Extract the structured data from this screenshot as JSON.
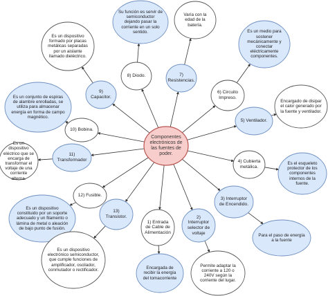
{
  "center": {
    "label": "Componentes electrónicos de las fuentes de poder."
  },
  "branches": [
    {
      "id": "diodo",
      "label": "8) Diodo.",
      "detail": "Su función es servir de semiconductor dejando pasar la corriente en un solo sentido."
    },
    {
      "id": "resistencias",
      "label": "7) Resistencias.",
      "detail": "Varía con la  edad de la batería."
    },
    {
      "id": "capacitor",
      "label": "9) Capacitor.",
      "detail": "Es un dispositivo formado por placas metálicas separadas por un aislante llamado dieléctrico."
    },
    {
      "id": "circuito",
      "label": "6) Circuito Impreso.",
      "detail": "Es un medio para sostener mecánicamente y conectar eléctricamente componentes."
    },
    {
      "id": "ventilador",
      "label": "5) Ventilador.",
      "detail": "Encargado de disipar el calor generado por la fuente y ventilador."
    },
    {
      "id": "bobina",
      "label": "10) Bobina.",
      "detail": "Es un conjunto de espiras de alambre enrolladas, se utiliza para almacenar energía en forma de campo magnético."
    },
    {
      "id": "transformador",
      "label": "11) Transformador",
      "detail": "Es un dispositivo eléctrico que se encarga de transformar el voltaje de una corriente alterna."
    },
    {
      "id": "cubierta",
      "label": "4) Cubierta metálica.",
      "detail": "Es el esqueleto protector de los componentes internos de la fuente."
    },
    {
      "id": "fusible",
      "label": "12) Fusible.",
      "detail": "Es un dispositivo constituido por un soporte adecuado y un filamento o lámina de metal o aleación de bajo punto de fusión."
    },
    {
      "id": "transistor",
      "label": "13) Transistor.",
      "detail": "Es un dispositivo electrónico semiconductor, que cumple funciones de amplificador, oscilador, conmutador o rectificador."
    },
    {
      "id": "interruptor_encendido",
      "label": "3) Interruptor de Encendido.",
      "detail": "Para el paso de energía a la fuente"
    },
    {
      "id": "entrada_cable",
      "label": "1) Entrada de Cable de Alimentación",
      "detail": "Encargada de recibir la energía del tomacorriente"
    },
    {
      "id": "interruptor_voltaje",
      "label": "2) Interruptor selector de voltaje",
      "detail": "Permite adaptar la corriente a 120 o 240V según la corriente del lugar."
    }
  ],
  "colors": {
    "blue_fill": "#dae8fc",
    "blue_stroke": "#6c8ebf",
    "white_fill": "#ffffff",
    "white_stroke": "#555555",
    "center_fill": "#f8cecc",
    "center_stroke": "#b85450",
    "line": "#333333"
  }
}
